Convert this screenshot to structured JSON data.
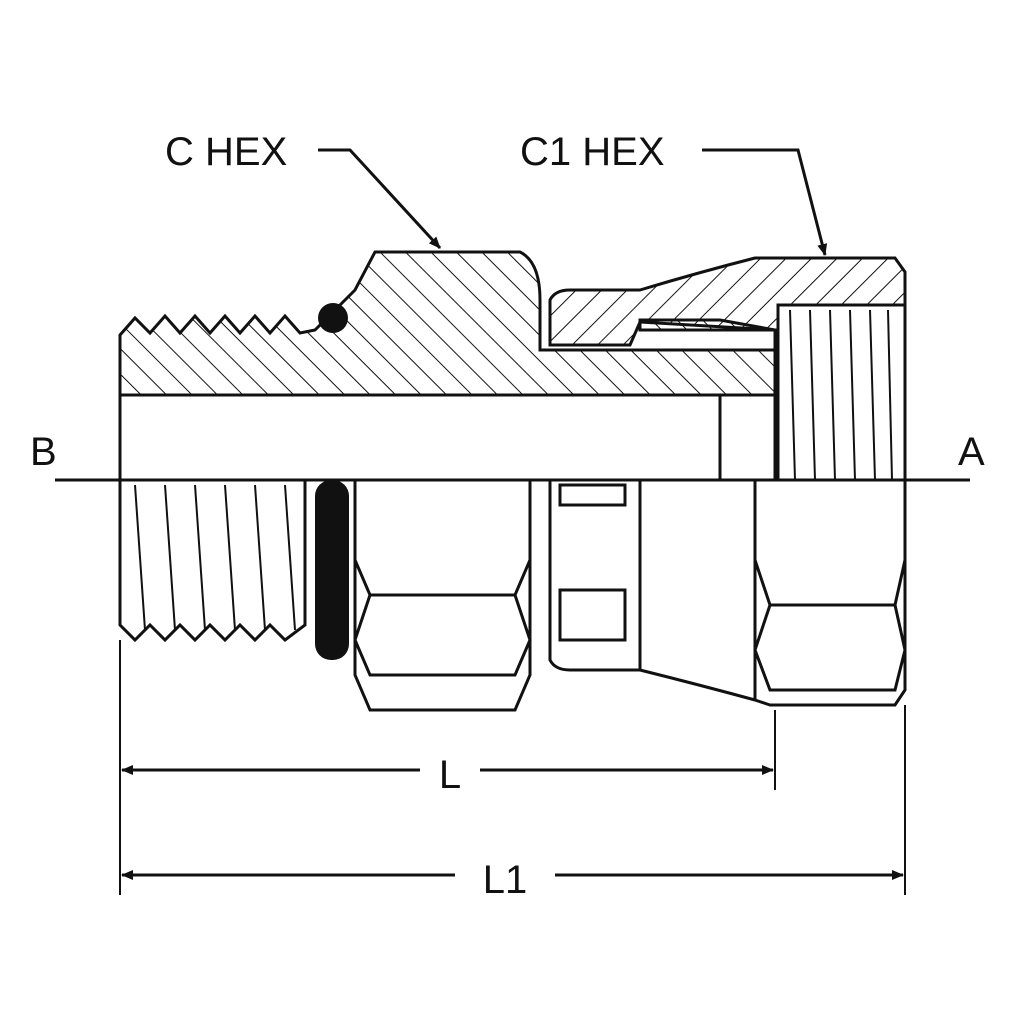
{
  "labels": {
    "c_hex": "C HEX",
    "c1_hex": "C1 HEX",
    "end_b": "B",
    "end_a": "A",
    "length_l": "L",
    "length_l1": "L1"
  },
  "colors": {
    "line": "#111111",
    "background": "#ffffff"
  }
}
